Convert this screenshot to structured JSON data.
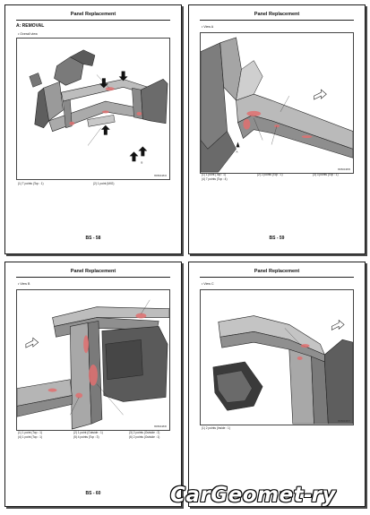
{
  "pages": [
    {
      "title": "Panel Replacement",
      "section": "A:   REMOVAL",
      "bullet": "•   Overall view",
      "figure_code": "BFB004834",
      "legend": [
        "(1)     T points (Top : 1)",
        "(2)     1 point (MIG)"
      ],
      "page_number": "BS - 58",
      "arrow_label": "B"
    },
    {
      "title": "Panel Replacement",
      "bullet": "•   View A",
      "figure_code": "BFB004835",
      "legend": [
        "(1)     1 point (Top : 1)",
        "(2)     2 points (Top : 1)",
        "(3)     3 points (Top : 1)",
        "(4)     7 points (Top : 4)"
      ],
      "page_number": "BS - 59",
      "arrow_label": "A"
    },
    {
      "title": "Panel Replacement",
      "bullet": "•   View B",
      "figure_code": "BFB004836",
      "legend": [
        "(1)     1 point (Top : 1)",
        "(2)     1 point (Outside : 1)",
        "(3)     2 points (Outside : 2)",
        "(4)     1 point (Top : 1)",
        "(5)     4 points (Top : 3)",
        "(6)     2 points (Outside : 1)"
      ],
      "page_number": "BS - 60"
    },
    {
      "title": "Panel Replacement",
      "bullet": "•   View C",
      "figure_code": "BFB004837",
      "legend": [
        "(1)     2 points (Inside : 1)"
      ],
      "page_number": "BS - 61"
    }
  ],
  "watermark": {
    "text_main": "CarGeomet",
    "text_hyphen": "-",
    "text_end": "ry"
  }
}
